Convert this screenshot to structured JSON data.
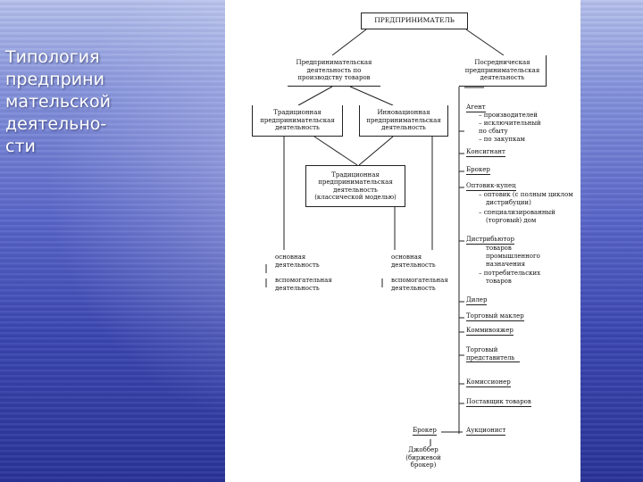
{
  "slide": {
    "title": "Типология\nпредприни\nмательской\nдеятельно-\nсти"
  },
  "diagram": {
    "root": "ПРЕДПРИНИМАТЕЛЬ",
    "production": "Предпринимательская деятельность по производству товаров",
    "intermediary": "Посредническая предпринимательская деятельность",
    "traditional_prod": "Традиционная предпринимательская деятельность",
    "innovative": "Инновационная предпринимательская деятельность",
    "trad_commercial": "Традиционная предпринимательская деятельность (классической моделью)",
    "main_activity": "основная деятельность",
    "aux_activity": "вспомогательная деятельность",
    "main_activity2": "основная деятельность",
    "aux_activity2": "вспомогательная деятельность",
    "intermediaries": [
      {
        "label": "Агент",
        "subs": [
          "– производителей",
          "– исключительный по сбыту",
          "– по закупкам"
        ]
      },
      {
        "label": "Консигнант",
        "subs": []
      },
      {
        "label": "Брокер",
        "subs": []
      },
      {
        "label": "Оптовик-купец",
        "subs": [
          "– оптовик (с полным циклом",
          "дистрибуции)",
          "– специализированный",
          "(торговый) дом"
        ]
      },
      {
        "label": "Дистрибьютор",
        "subs": [
          "товаров",
          "промышленного",
          "назначения",
          "– потребительских",
          "товаров"
        ]
      },
      {
        "label": "Дилер",
        "subs": []
      },
      {
        "label": "Торговый маклер",
        "subs": []
      },
      {
        "label": "Коммивояжер",
        "subs": []
      },
      {
        "label": "Торговый представитель",
        "subs": []
      },
      {
        "label": "Комиссионер",
        "subs": []
      },
      {
        "label": "Поставщик товаров",
        "subs": []
      },
      {
        "label": "Аукционист",
        "subs": []
      }
    ],
    "broker": "Брокер",
    "jobber": "Джоббер (биржевой брокер)"
  }
}
